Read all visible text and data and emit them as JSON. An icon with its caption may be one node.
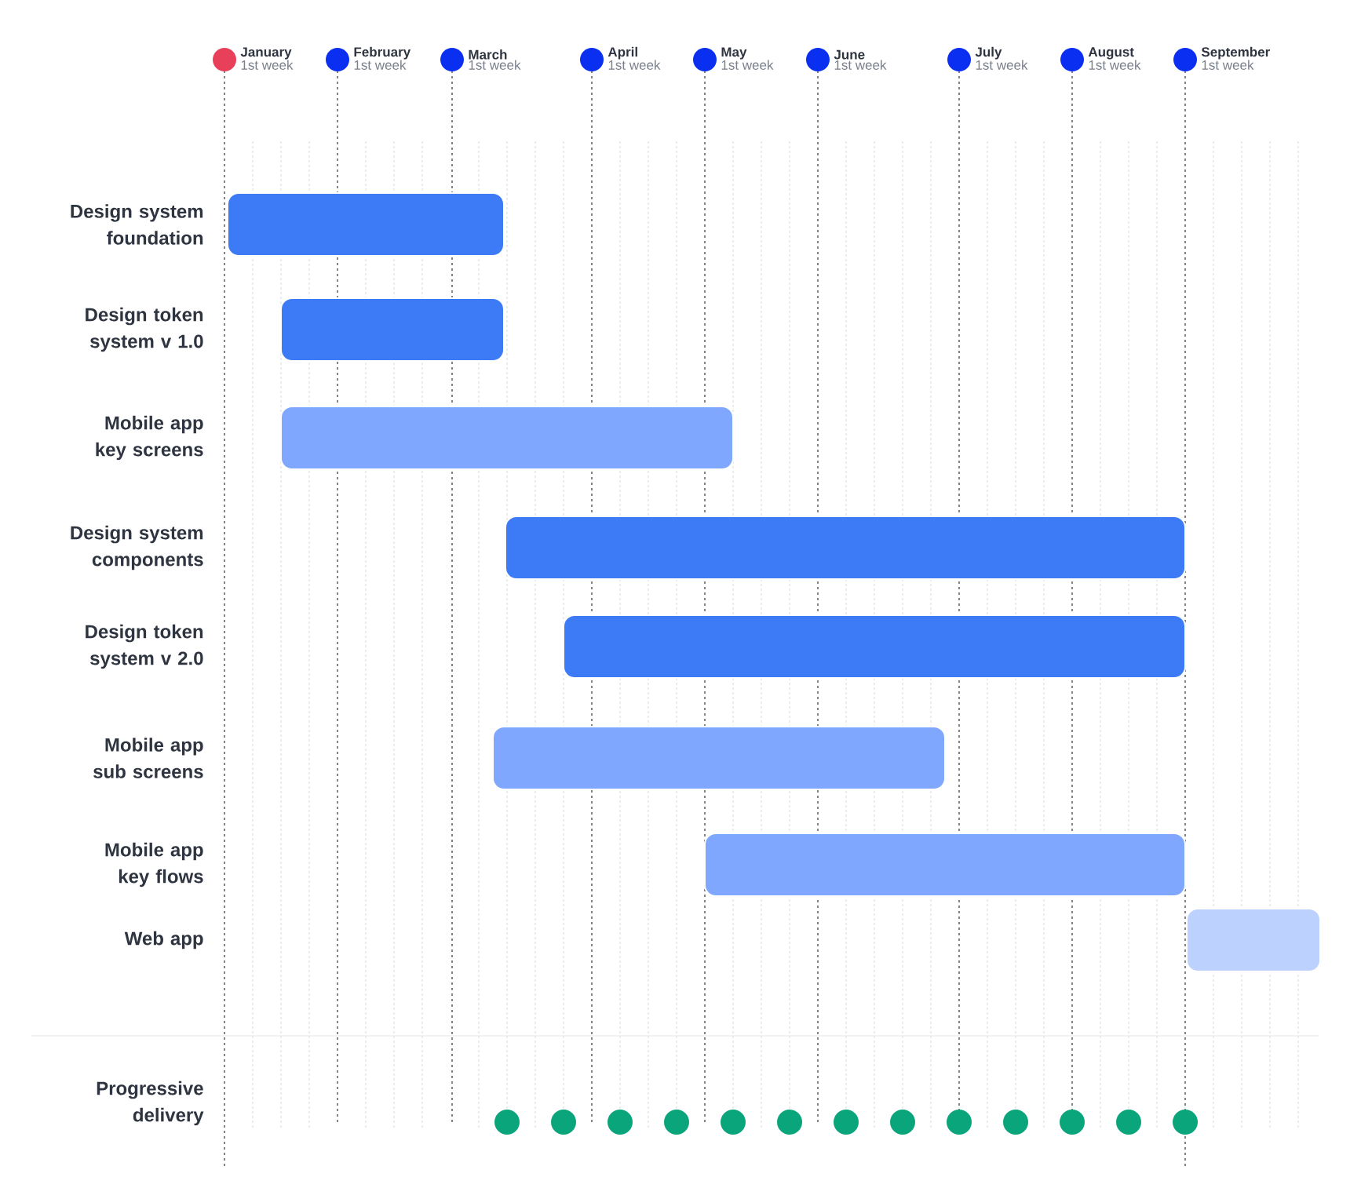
{
  "diagram": {
    "nodes": [
      {
        "text": [],
        "shape": "bar"
      },
      {
        "text": [],
        "shape": "bar"
      },
      {
        "text": [],
        "shape": "bar"
      },
      {
        "text": [],
        "shape": "bar"
      },
      {
        "text": [],
        "shape": "bar"
      },
      {
        "text": [],
        "shape": "bar"
      },
      {
        "text": [],
        "shape": "bar"
      },
      {
        "text": [],
        "shape": "bar"
      },
      {
        "text": [],
        "shape": "circle"
      },
      {
        "text": [],
        "shape": "circle"
      },
      {
        "text": [],
        "shape": "circle"
      },
      {
        "text": [],
        "shape": "circle"
      },
      {
        "text": [],
        "shape": "circle"
      },
      {
        "text": [],
        "shape": "circle"
      },
      {
        "text": [],
        "shape": "circle"
      },
      {
        "text": [],
        "shape": "circle"
      },
      {
        "text": [],
        "shape": "circle"
      },
      {
        "text": [],
        "shape": "circle"
      },
      {
        "text": [],
        "shape": "circle"
      },
      {
        "text": [],
        "shape": "circle"
      },
      {
        "text": [],
        "shape": "circle"
      }
    ],
    "labels": [
      "January",
      "1st week",
      "February",
      "1st week",
      "March",
      "1st week",
      "April",
      "1st week",
      "May",
      "1st week",
      "June",
      "1st week",
      "July",
      "1st week",
      "August",
      "1st week",
      "September",
      "1st week",
      "Design system foundation",
      "Design token system v 1.0",
      "Mobile app key screens",
      "Design system components",
      "Design token system v 2.0",
      "Mobile app sub screens",
      "Mobile app key flows",
      "Web app",
      "Progressive delivery"
    ]
  }
}
